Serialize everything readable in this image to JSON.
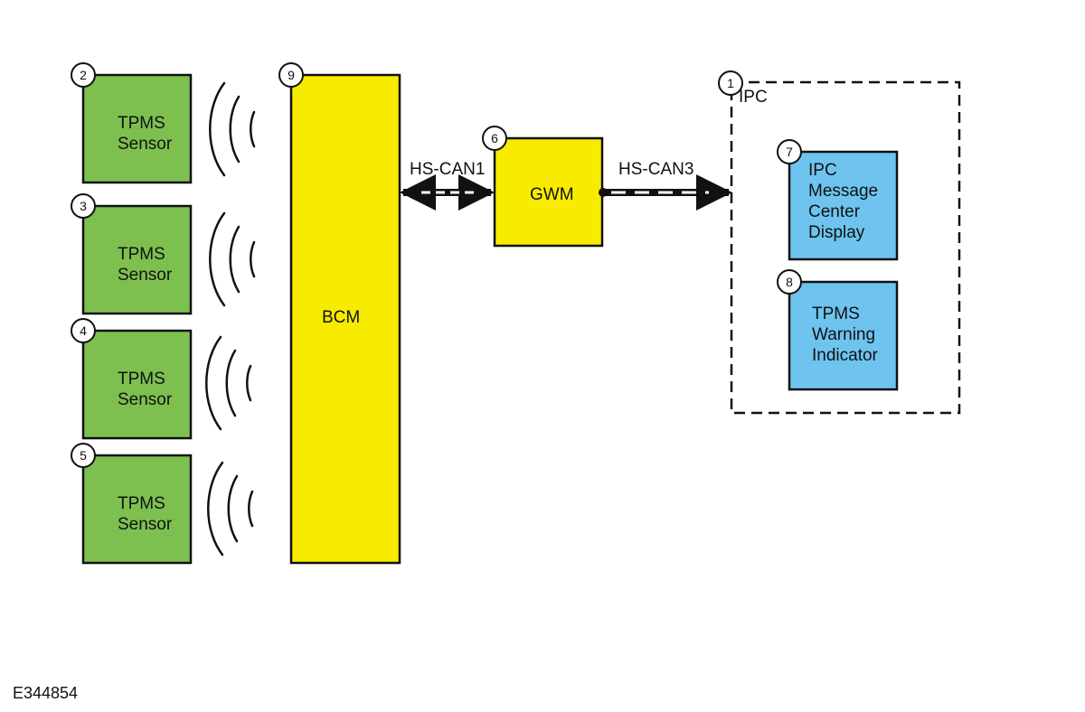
{
  "colors": {
    "sensor_fill": "#7dc04f",
    "bcm_fill": "#f7ec00",
    "gwm_fill": "#f7ec00",
    "ipc_item_fill": "#6ec4ef",
    "stroke": "#111111"
  },
  "sensors": [
    {
      "number": "2",
      "line1": "TPMS",
      "line2": "Sensor"
    },
    {
      "number": "3",
      "line1": "TPMS",
      "line2": "Sensor"
    },
    {
      "number": "4",
      "line1": "TPMS",
      "line2": "Sensor"
    },
    {
      "number": "5",
      "line1": "TPMS",
      "line2": "Sensor"
    }
  ],
  "bcm": {
    "number": "9",
    "label": "BCM"
  },
  "gwm": {
    "number": "6",
    "label": "GWM"
  },
  "bus_left": {
    "label": "HS-CAN1"
  },
  "bus_right": {
    "label": "HS-CAN3"
  },
  "ipc": {
    "number": "1",
    "label": "IPC",
    "message_center": {
      "number": "7",
      "line1": "IPC",
      "line2": "Message",
      "line3": "Center",
      "line4": "Display"
    },
    "warning_indicator": {
      "number": "8",
      "line1": "TPMS",
      "line2": "Warning",
      "line3": "Indicator"
    }
  },
  "reference": "E344854"
}
